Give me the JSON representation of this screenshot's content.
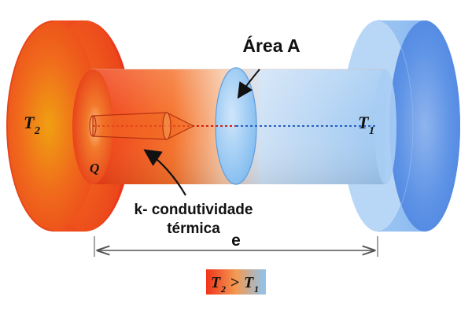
{
  "labels": {
    "area": "Área A",
    "conductivity_line1": "k- condutividade",
    "conductivity_line2": "térmica",
    "thickness": "e",
    "heat": "Q",
    "hot_temp": "T",
    "hot_temp_sub": "2",
    "cold_temp": "T",
    "cold_temp_sub": "1",
    "relation_left": "T",
    "relation_left_sub": "2",
    "relation_op": ">",
    "relation_right": "T",
    "relation_right_sub": "1"
  },
  "colors": {
    "hot": "#f2401b",
    "hot_core": "#f08a10",
    "cold": "#5f9be8",
    "cold_light": "#a9cdf4",
    "line_red": "#d41e10",
    "line_blue": "#2a5fc0",
    "text": "#111111"
  }
}
